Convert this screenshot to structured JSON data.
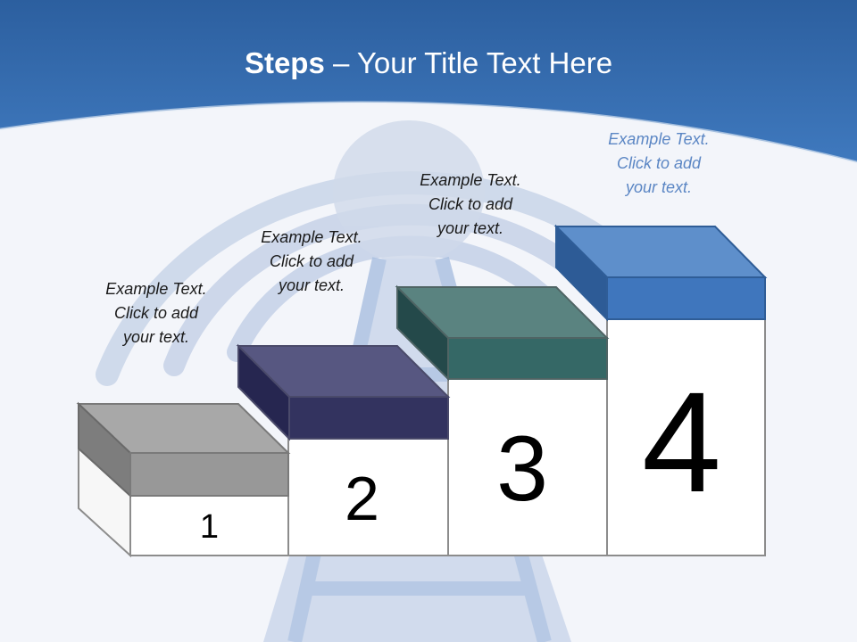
{
  "title": {
    "bold": "Steps",
    "rest": " – Your Title Text Here"
  },
  "steps": [
    {
      "number": "1",
      "caption": "Example Text.\nClick  to add\nyour text.",
      "color": "#9c9c9c"
    },
    {
      "number": "2",
      "caption": "Example Text.\nClick  to add\nyour text.",
      "color": "#35356a"
    },
    {
      "number": "3",
      "caption": "Example Text.\nClick  to add\nyour text.",
      "color": "#3a6b6b"
    },
    {
      "number": "4",
      "caption": "Example Text.\nClick  to add\nyour text.",
      "color": "#3d74be"
    }
  ],
  "colors": {
    "header": "#2f66ad",
    "background": "#f3f5fa"
  }
}
